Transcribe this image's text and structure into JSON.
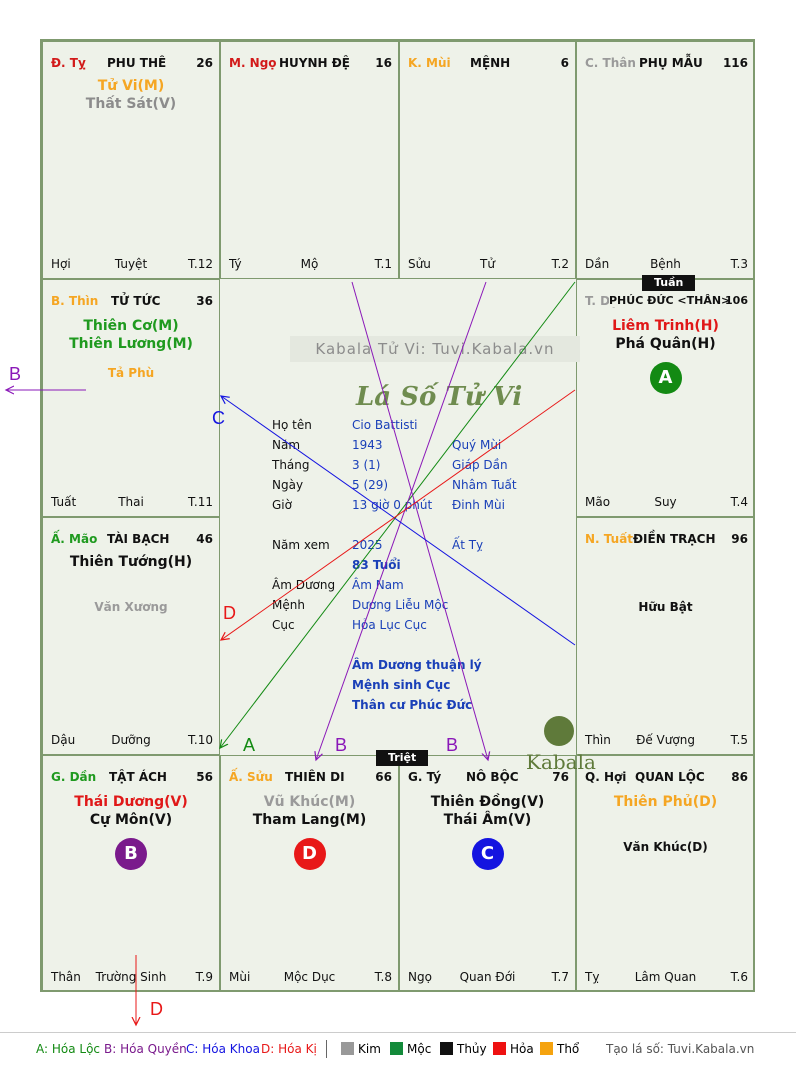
{
  "palaces": [
    {
      "id": "ty",
      "can": "Đ. Tỵ",
      "can_color": "#d21a1a",
      "name": "PHU THÊ",
      "dv": "26",
      "main": [
        {
          "text": "Tử Vi(M)",
          "color": "#f5a623"
        },
        {
          "text": "Thất Sát(V)",
          "color": "#8c8c8c"
        }
      ],
      "minor": [],
      "truong_sinh": "Tuyệt",
      "chi": "Hợi",
      "tieu_han": "T.12"
    },
    {
      "id": "ngo",
      "can": "M. Ngọ",
      "can_color": "#d21a1a",
      "name": "HUYNH ĐỆ",
      "dv": "16",
      "main": [],
      "minor": [],
      "truong_sinh": "Mộ",
      "chi": "Tý",
      "tieu_han": "T.1"
    },
    {
      "id": "mui",
      "can": "K. Mùi",
      "can_color": "#f5a623",
      "name": "MỆNH",
      "dv": "6",
      "main": [],
      "minor": [],
      "truong_sinh": "Tử",
      "chi": "Sửu",
      "tieu_han": "T.2"
    },
    {
      "id": "than",
      "can": "C. Thân",
      "can_color": "#9a9a9a",
      "name": "PHỤ MẪU",
      "dv": "116",
      "main": [],
      "minor": [],
      "truong_sinh": "Bệnh",
      "chi": "Dần",
      "tieu_han": "T.3"
    },
    {
      "id": "thin",
      "can": "B. Thìn",
      "can_color": "#f5a623",
      "name": "TỬ TỨC",
      "dv": "36",
      "main": [
        {
          "text": "Thiên Cơ(M)",
          "color": "#1f9a1f"
        },
        {
          "text": "Thiên Lương(M)",
          "color": "#1f9a1f"
        }
      ],
      "minor": [
        {
          "text": "Tả Phù",
          "color": "#f5a623"
        }
      ],
      "truong_sinh": "Thai",
      "chi": "Tuất",
      "tieu_han": "T.11"
    },
    {
      "id": "dau",
      "can": "T. Dậu",
      "can_color": "#9a9a9a",
      "name": "PHÚC ĐỨC <THÂN>",
      "dv": "106",
      "main": [
        {
          "text": "Liêm Trinh(H)",
          "color": "#e01818"
        },
        {
          "text": "Phá Quân(H)",
          "color": "#111111"
        }
      ],
      "minor": [],
      "truong_sinh": "Suy",
      "chi": "Mão",
      "tieu_han": "T.4"
    },
    {
      "id": "mao",
      "can": "Ấ. Mão",
      "can_color": "#1f9a1f",
      "name": "TÀI BẠCH",
      "dv": "46",
      "main": [
        {
          "text": "Thiên Tướng(H)",
          "color": "#111111"
        }
      ],
      "minor": [
        {
          "text": "Văn Xương",
          "color": "#9a9a9a"
        }
      ],
      "truong_sinh": "Dưỡng",
      "chi": "Dậu",
      "tieu_han": "T.10"
    },
    {
      "id": "tuat",
      "can": "N. Tuất",
      "can_color": "#f5a623",
      "name": "ĐIỀN TRẠCH",
      "dv": "96",
      "main": [],
      "minor": [
        {
          "text": "Hữu Bật",
          "color": "#111111"
        }
      ],
      "truong_sinh": "Đế Vượng",
      "chi": "Thìn",
      "tieu_han": "T.5"
    },
    {
      "id": "dan",
      "can": "G. Dần",
      "can_color": "#1f9a1f",
      "name": "TẬT ÁCH",
      "dv": "56",
      "main": [
        {
          "text": "Thái Dương(V)",
          "color": "#e01818"
        },
        {
          "text": "Cự Môn(V)",
          "color": "#111111"
        }
      ],
      "minor": [],
      "truong_sinh": "Trường Sinh",
      "chi": "Thân",
      "tieu_han": "T.9"
    },
    {
      "id": "suu",
      "can": "Ấ. Sửu",
      "can_color": "#f5a623",
      "name": "THIÊN DI",
      "dv": "66",
      "main": [
        {
          "text": "Vũ Khúc(M)",
          "color": "#9a9a9a"
        },
        {
          "text": "Tham Lang(M)",
          "color": "#111111"
        }
      ],
      "minor": [],
      "truong_sinh": "Mộc Dục",
      "chi": "Mùi",
      "tieu_han": "T.8"
    },
    {
      "id": "tyy",
      "can": "G. Tý",
      "can_color": "#111111",
      "name": "NÔ BỘC",
      "dv": "76",
      "main": [
        {
          "text": "Thiên Đồng(V)",
          "color": "#111111"
        },
        {
          "text": "Thái Âm(V)",
          "color": "#111111"
        }
      ],
      "minor": [],
      "truong_sinh": "Quan Đới",
      "chi": "Ngọ",
      "tieu_han": "T.7"
    },
    {
      "id": "hoi",
      "can": "Q. Hợi",
      "can_color": "#111111",
      "name": "QUAN LỘC",
      "dv": "86",
      "main": [
        {
          "text": "Thiên Phủ(D)",
          "color": "#f5a623"
        }
      ],
      "minor": [
        {
          "text": "Văn Khúc(D)",
          "color": "#111111"
        }
      ],
      "truong_sinh": "Lâm Quan",
      "chi": "Tỵ",
      "tieu_han": "T.6"
    }
  ],
  "badges": {
    "dau": "A",
    "dan": "B",
    "suu": "D",
    "tyy": "C"
  },
  "badge_colors": {
    "A": "#138a13",
    "B": "#7a1a8c",
    "C": "#1414e0",
    "D": "#e81818"
  },
  "tuan": "Tuần",
  "triet": "Triệt",
  "center": {
    "watermark": "Kabala Tử Vi: Tuvi.Kabala.vn",
    "title": "Lá Số Tử Vi",
    "ho_ten_label": "Họ tên",
    "ho_ten": "Cio Battisti",
    "nam_label": "Năm",
    "nam": "1943",
    "nam_can_chi": "Quý Mùi",
    "thang_label": "Tháng",
    "thang": "3  (1)",
    "thang_can_chi": "Giáp Dần",
    "ngay_label": "Ngày",
    "ngay": "5  (29)",
    "ngay_can_chi": "Nhâm Tuất",
    "gio_label": "Giờ",
    "gio": "13 giờ 0 phút",
    "gio_can_chi": "Đinh Mùi",
    "nam_xem_label": "Năm xem",
    "nam_xem": "2025",
    "nam_xem_can_chi": "Ất Tỵ",
    "tuoi": "83 Tuổi",
    "am_duong_label": "Âm Dương",
    "am_duong": "Âm Nam",
    "menh_label": "Mệnh",
    "menh": "Dương Liễu Mộc",
    "cuc_label": "Cục",
    "cuc": "Hỏa Lục Cục",
    "note1": "Âm Dương thuận lý",
    "note2": "Mệnh sinh Cục",
    "note3": "Thân cư Phúc Đức",
    "logo": "Kabala"
  },
  "arrow_labels": {
    "A": "A",
    "B": "B",
    "C": "C",
    "D": "D"
  },
  "legend": {
    "a": "A: Hóa Lộc",
    "b": "B: Hóa Quyền",
    "c": "C: Hóa Khoa",
    "d": "D: Hóa Kị",
    "kim": "Kim",
    "moc": "Mộc",
    "thuy": "Thủy",
    "hoa": "Hỏa",
    "tho": "Thổ",
    "site": "Tạo lá số: Tuvi.Kabala.vn"
  },
  "colors": {
    "kim": "#999999",
    "moc": "#138a3a",
    "thuy": "#111111",
    "hoa": "#ee1111",
    "tho": "#f5a30f",
    "a": "#138a13",
    "b": "#7a1a8c",
    "c": "#1414e0",
    "d": "#e81818"
  }
}
